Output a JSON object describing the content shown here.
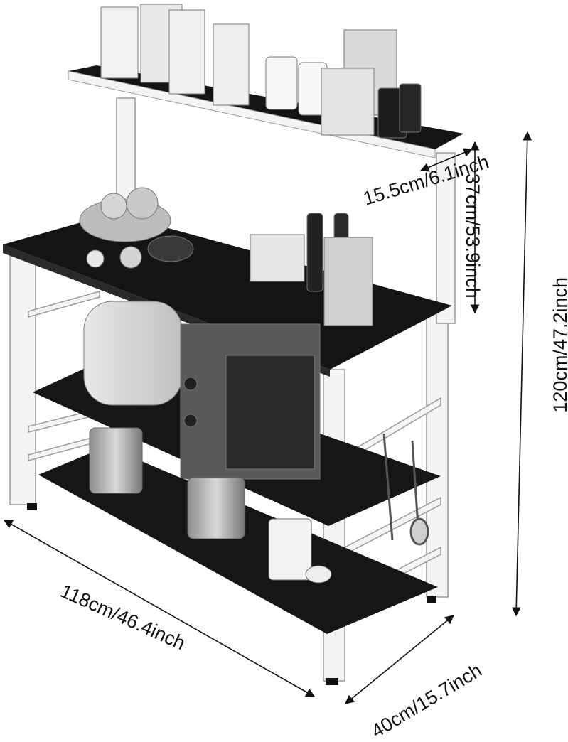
{
  "dimensions": {
    "top_shelf_depth": "15.5cm/6.1inch",
    "top_shelf_height": "37cm/53.9inch",
    "total_height": "120cm/47.2inch",
    "width": "118cm/46.4inch",
    "depth": "40cm/15.7inch"
  },
  "colors": {
    "shelf": "#141414",
    "frame": "#f4f4f4",
    "outline": "#9a9a9a",
    "arrow": "#111111"
  }
}
